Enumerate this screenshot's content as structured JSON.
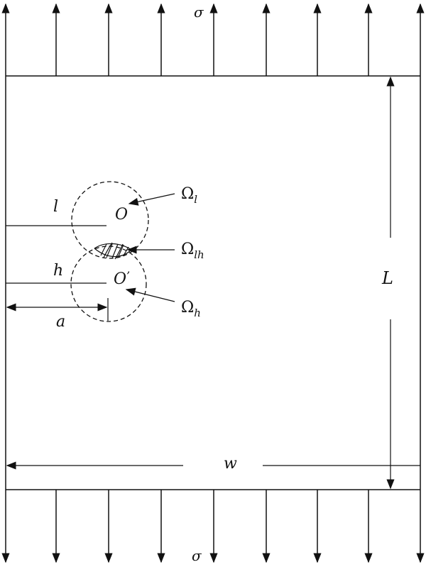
{
  "labels": {
    "sigma_top": "σ",
    "sigma_bottom": "σ",
    "l": "l",
    "h": "h",
    "a": "a",
    "O": "O",
    "O_prime": "O",
    "prime": "’",
    "Omega": "Ω",
    "sub_l": "l",
    "sub_lh": "lh",
    "sub_h": "h",
    "L": "L",
    "w": "w"
  },
  "colors": {
    "ink": "#111111",
    "background": "#ffffff"
  }
}
